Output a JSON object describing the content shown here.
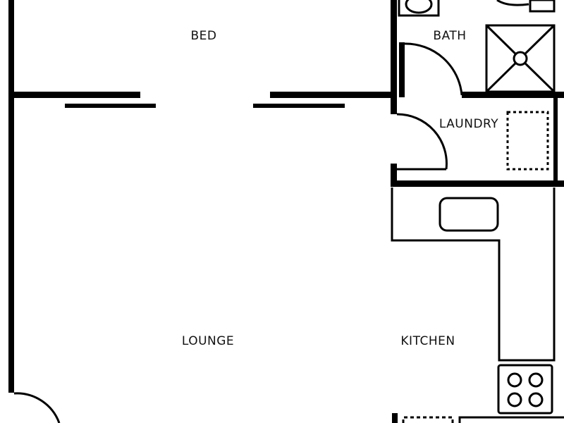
{
  "rooms": {
    "bed": "BED",
    "bath": "BATH",
    "laundry": "LAUNDRY",
    "lounge": "LOUNGE",
    "kitchen": "KITCHEN"
  },
  "colors": {
    "wall": "#000000",
    "background": "#ffffff"
  },
  "icons": {
    "shower": "shower-icon",
    "toilet": "toilet-icon",
    "sink": "sink-icon",
    "cooktop": "cooktop-icon",
    "washer": "washer-icon"
  }
}
